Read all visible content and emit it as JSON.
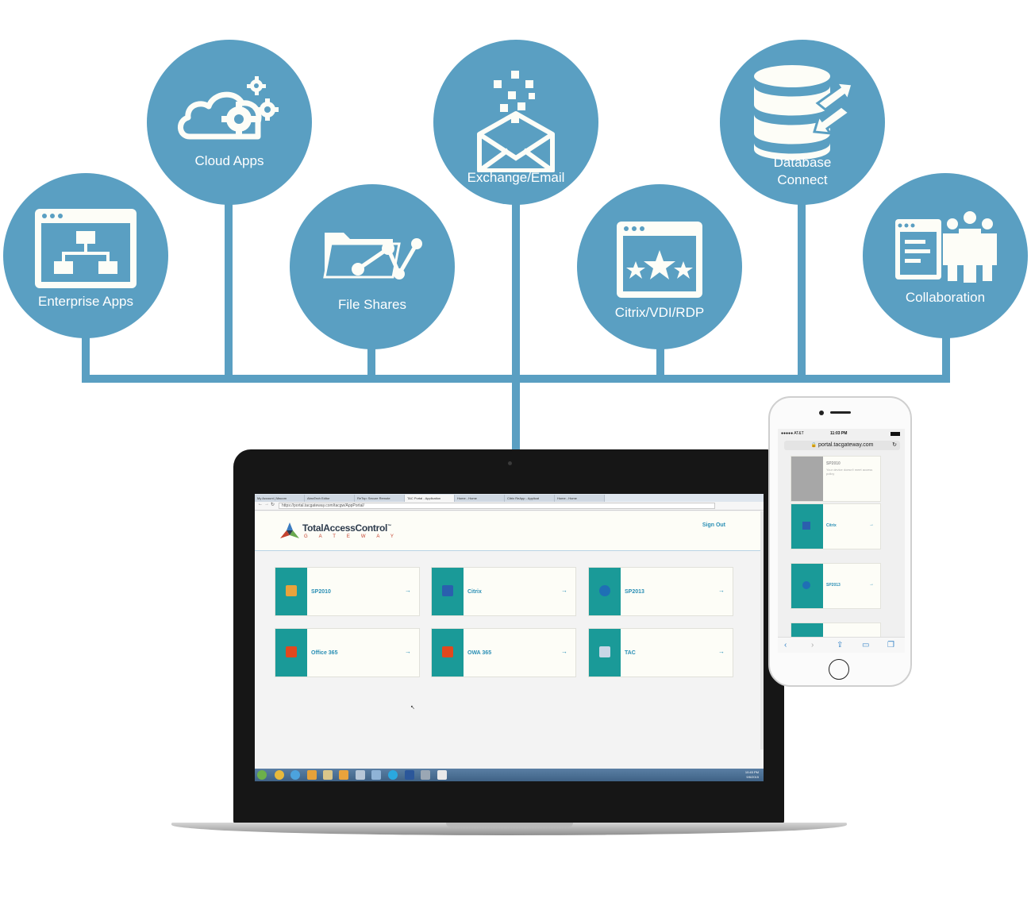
{
  "services": [
    {
      "id": "enterprise",
      "label": "Enterprise Apps",
      "icon": "enterprise-apps-icon"
    },
    {
      "id": "cloud",
      "label": "Cloud Apps",
      "icon": "cloud-gears-icon"
    },
    {
      "id": "files",
      "label": "File Shares",
      "icon": "folder-share-icon"
    },
    {
      "id": "exchange",
      "label": "Exchange/Email",
      "icon": "envelope-icon"
    },
    {
      "id": "citrix",
      "label": "Citrix/VDI/RDP",
      "icon": "window-stars-icon"
    },
    {
      "id": "database",
      "label": "Database\nConnect",
      "icon": "database-sync-icon"
    },
    {
      "id": "collab",
      "label": "Collaboration",
      "icon": "team-board-icon"
    }
  ],
  "colors": {
    "circle": "#5a9fc2",
    "tile_side": "#1a9a98",
    "link": "#2a8fb5"
  },
  "laptop": {
    "tabs": [
      "My Account | Macom",
      "AbraTech Editor",
      "ReTop: Secure Remote",
      "TAC Portal - Application",
      "Home - Home",
      "Citrix ReApp - Applicat",
      "Home - Home"
    ],
    "url": "https://portal.tacgateway.com/tacgw/AppPortal/",
    "portal": {
      "brand": "TotalAccessControl",
      "brand_tm": "™",
      "brand_sub": "GATEWAY",
      "signout": "Sign Out",
      "tiles": [
        {
          "name": "SP2010",
          "arrow": "→"
        },
        {
          "name": "Citrix",
          "arrow": "→"
        },
        {
          "name": "SP2013",
          "arrow": "→"
        },
        {
          "name": "Office 365",
          "arrow": "→"
        },
        {
          "name": "OWA 365",
          "arrow": "→"
        },
        {
          "name": "TAC",
          "arrow": "→"
        }
      ]
    },
    "taskbar_time": "10:45 PM",
    "taskbar_date": "9/6/2015"
  },
  "phone": {
    "carrier": "●●●●● AT&T",
    "time": "11:03 PM",
    "url": "portal.tacgateway.com",
    "tiles": [
      {
        "name": "SP2010",
        "note": "Your device doesn't meet access policy",
        "arrow": ""
      },
      {
        "name": "Citrix",
        "note": "",
        "arrow": "→"
      },
      {
        "name": "SP2013",
        "note": "",
        "arrow": "→"
      }
    ]
  }
}
